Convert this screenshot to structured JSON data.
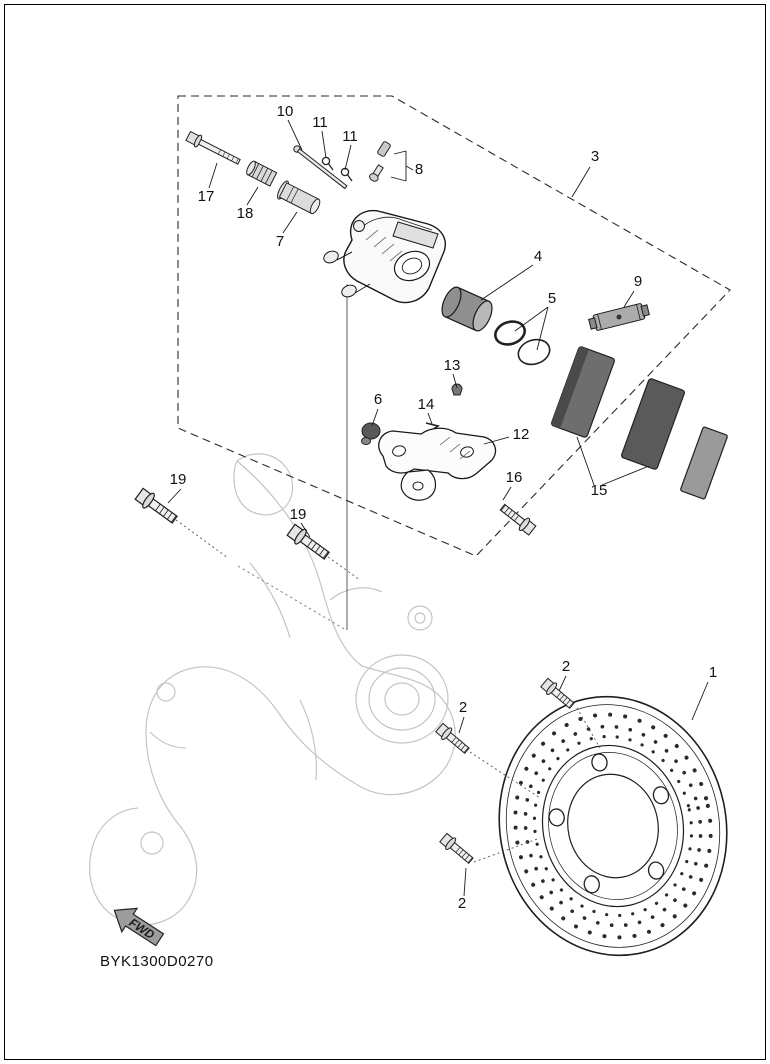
{
  "diagram": {
    "code": "BYK1300D0270",
    "fwd": "FWD"
  },
  "callouts": [
    {
      "ref": "10",
      "text": "10"
    },
    {
      "ref": "11a",
      "text": "11"
    },
    {
      "ref": "11b",
      "text": "11"
    },
    {
      "ref": "3",
      "text": "3"
    },
    {
      "ref": "17",
      "text": "17"
    },
    {
      "ref": "18",
      "text": "18"
    },
    {
      "ref": "8",
      "text": "8"
    },
    {
      "ref": "7",
      "text": "7"
    },
    {
      "ref": "4",
      "text": "4"
    },
    {
      "ref": "5",
      "text": "5"
    },
    {
      "ref": "9",
      "text": "9"
    },
    {
      "ref": "13",
      "text": "13"
    },
    {
      "ref": "6",
      "text": "6"
    },
    {
      "ref": "14",
      "text": "14"
    },
    {
      "ref": "12",
      "text": "12"
    },
    {
      "ref": "16",
      "text": "16"
    },
    {
      "ref": "15",
      "text": "15"
    },
    {
      "ref": "19a",
      "text": "19"
    },
    {
      "ref": "19b",
      "text": "19"
    },
    {
      "ref": "2a",
      "text": "2"
    },
    {
      "ref": "1",
      "text": "1"
    },
    {
      "ref": "2b",
      "text": "2"
    },
    {
      "ref": "2c",
      "text": "2"
    }
  ]
}
